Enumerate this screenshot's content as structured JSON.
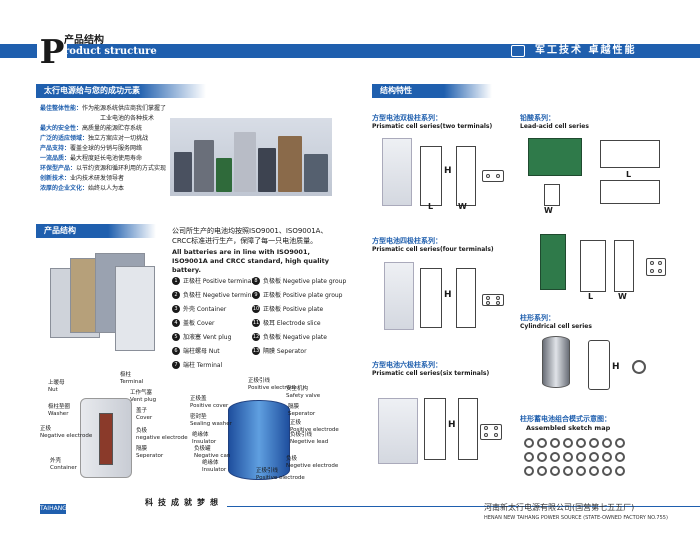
{
  "header": {
    "letter": "P",
    "title_cn": "产品结构",
    "title_en": "roduct structure",
    "slogan": "军工技术  卓越性能"
  },
  "left": {
    "sec1": "太行电源给与您的成功元素",
    "features": [
      {
        "k": "最佳整体性能：",
        "v": "作为能源系统供应商我们掌握了"
      },
      {
        "k": "",
        "v": "工业电池的各种技术"
      },
      {
        "k": "最大的安全性：",
        "v": "高质量的能源贮存系统"
      },
      {
        "k": "广泛的适应领域：",
        "v": "独立方案应对一切挑战"
      },
      {
        "k": "产品支持：",
        "v": "覆盖全球的分销与服务网络"
      },
      {
        "k": "一流品质：",
        "v": "最大程度延长电池使用寿命"
      },
      {
        "k": "环保型产品：",
        "v": "以节约资源和循环利用的方式实现"
      },
      {
        "k": "创新技术：",
        "v": "业内技术研发领导者"
      },
      {
        "k": "浓厚的企业文化：",
        "v": "始终以人为本"
      }
    ],
    "sec2": "产品结构",
    "para_cn": "公司所生产的电池均按照ISO9001、ISO9001A、CRCC标准进行生产，保障了每一只电池质量。",
    "para_en": "All batteries are in line with ISO9001, ISO9001A and CRCC standard, high quality battery.",
    "legend": [
      {
        "n": "1",
        "t": "正极柱 Positive terminal"
      },
      {
        "n": "2",
        "t": "负极柱 Negetive terminal"
      },
      {
        "n": "3",
        "t": "外壳 Container"
      },
      {
        "n": "4",
        "t": "盖板 Cover"
      },
      {
        "n": "5",
        "t": "加液塞 Vent plug"
      },
      {
        "n": "6",
        "t": "端柱螺母 Nut"
      },
      {
        "n": "7",
        "t": "端柱 Terminal"
      },
      {
        "n": "8",
        "t": "负极板 Negetive plate group"
      },
      {
        "n": "9",
        "t": "正极板 Positive plate group"
      },
      {
        "n": "10",
        "t": "正极板 Positive plate"
      },
      {
        "n": "11",
        "t": "极耳 Electrode slice"
      },
      {
        "n": "12",
        "t": "负极板 Negative plate"
      },
      {
        "n": "13",
        "t": "隔膜 Seperator"
      }
    ],
    "diagram1": {
      "l1": "上暖母",
      "l1b": "Nut",
      "l2": "极柱",
      "l2b": "Terminal",
      "l3": "工作气塞",
      "l3b": "Vent plug",
      "l4": "极柱垫圈",
      "l4b": "Washer",
      "l5": "盖子",
      "l5b": "Cover",
      "l6": "正极",
      "l6b": "Negative electrode",
      "l7": "负极",
      "l7b": "negative electrode",
      "l8": "隔膜",
      "l8b": "Seperator",
      "l9": "外壳",
      "l9b": "Container"
    },
    "diagram2": {
      "a": "正极引线",
      "ab": "Positive electrode",
      "b": "安全机构",
      "bb": "Safety valve",
      "c": "正极盖",
      "cb": "Positive cover",
      "d": "隔膜",
      "db": "Seperator",
      "e": "密封垫",
      "eb": "Sealing washer",
      "f": "正极",
      "fb": "Positive electrode",
      "g": "绝缘体",
      "gb": "Insulator",
      "h": "负极引线",
      "hb": "Negetive lead",
      "i": "负极罐",
      "ib": "Negative can",
      "j": "负极",
      "jb": "Negetive electrode",
      "k": "绝缘体",
      "kb": "Insulator",
      "l": "正极引线",
      "lb": "Positive electrode"
    },
    "motto": "科技成就梦想",
    "page": "TAIHANG"
  },
  "right": {
    "sec": "结构特性",
    "c1": {
      "cn": "方型电池双极柱系列：",
      "en": "Prismatic cell series(two terminals)"
    },
    "c2": {
      "cn": "铅酸系列：",
      "en": "Lead-acid cell series"
    },
    "c3": {
      "cn": "方型电池四极柱系列：",
      "en": "Prismatic cell series(four terminals)"
    },
    "c4": {
      "cn": "柱形系列：",
      "en": "Cylindrical cell series"
    },
    "c5": {
      "cn": "方型电池六极柱系列：",
      "en": "Prismatic cell series(six terminals)"
    },
    "c6": {
      "cn": "柱形蓄电池组合模式示意图：",
      "en": "Assembled sketch map"
    },
    "H": "H",
    "L": "L",
    "W": "W",
    "corp": "河南新太行电源有限公司(国营第七五五厂)",
    "corp_en": "HENAN NEW TAIHANG POWER SOURCE (STATE-OWNED FACTORY NO.755)"
  }
}
